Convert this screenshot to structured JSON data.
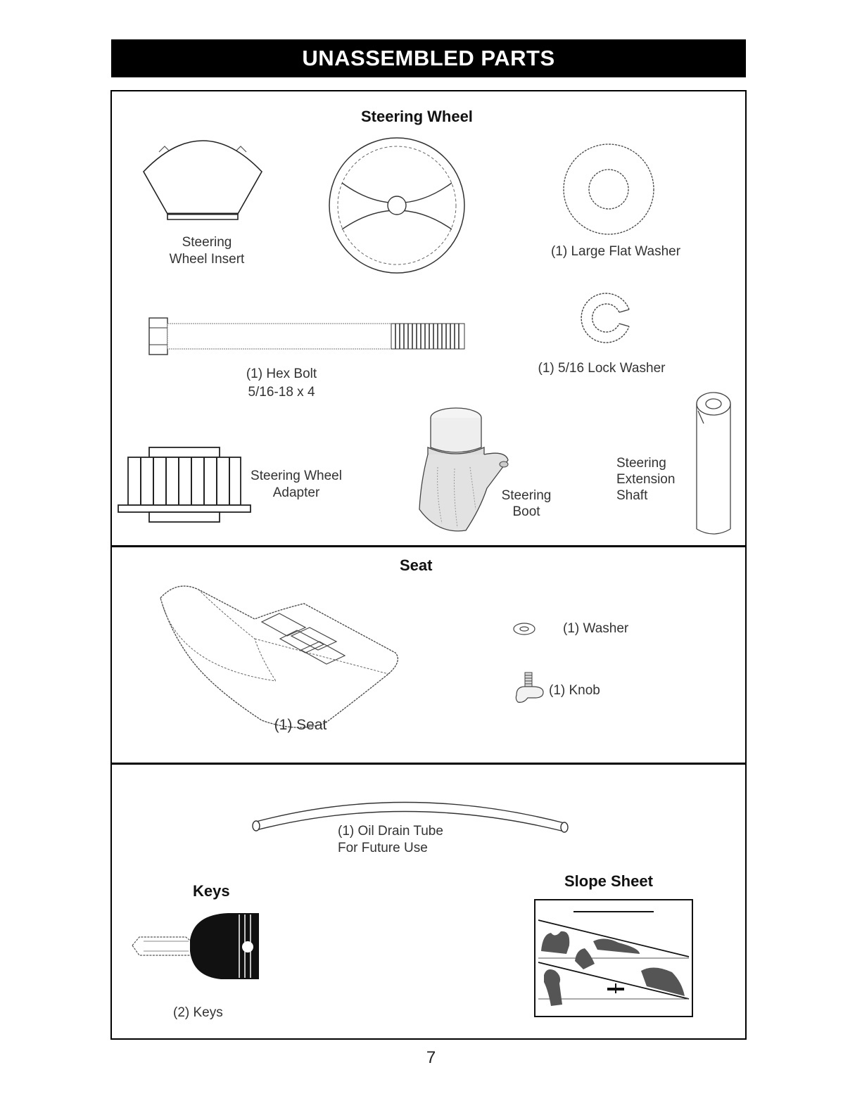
{
  "page": {
    "title": "UNASSEMBLED PARTS",
    "page_number": "7"
  },
  "steering": {
    "header": "Steering Wheel",
    "insert_label_line1": "Steering",
    "insert_label_line2": "Wheel Insert",
    "large_washer_label": "(1) Large Flat Washer",
    "hex_bolt_line1": "(1) Hex Bolt",
    "hex_bolt_line2": "5/16-18 x 4",
    "lock_washer_label": "(1) 5/16 Lock Washer",
    "adapter_line1": "Steering Wheel",
    "adapter_line2": "Adapter",
    "boot_line1": "Steering",
    "boot_line2": "Boot",
    "shaft_line1": "Steering",
    "shaft_line2": "Extension",
    "shaft_line3": "Shaft"
  },
  "seat": {
    "header": "Seat",
    "seat_label": "(1) Seat",
    "washer_label": "(1) Washer",
    "knob_label": "(1) Knob"
  },
  "misc": {
    "tube_line1": "(1) Oil Drain Tube",
    "tube_line2": "For Future Use",
    "keys_header": "Keys",
    "keys_label": "(2) Keys",
    "slope_header": "Slope Sheet"
  },
  "icons": {
    "steering_wheel_insert": "steering-wheel-insert-icon",
    "steering_wheel": "steering-wheel-icon",
    "large_flat_washer": "large-flat-washer-icon",
    "hex_bolt": "hex-bolt-icon",
    "lock_washer": "lock-washer-icon",
    "adapter": "steering-wheel-adapter-icon",
    "boot": "steering-boot-icon",
    "extension_shaft": "steering-extension-shaft-icon",
    "seat": "seat-icon",
    "washer": "washer-icon",
    "knob": "knob-icon",
    "oil_drain_tube": "oil-drain-tube-icon",
    "key": "key-icon",
    "slope_sheet": "slope-sheet-icon"
  }
}
